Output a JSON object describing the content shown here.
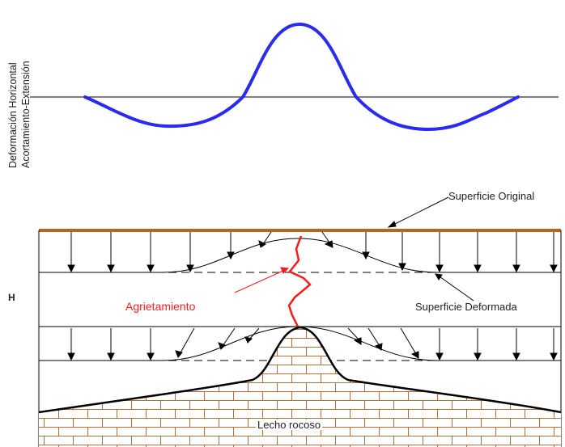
{
  "ylabel": {
    "line1": "Deformación Horizontal",
    "line2": "Acortamiento-Extensión"
  },
  "labels": {
    "superficie_original": "Superficie Original",
    "superficie_deformada": "Superficie Deformada",
    "h": "H",
    "agrietamiento": "Agrietamiento",
    "lecho_rocoso": "Lecho rocoso"
  },
  "colors": {
    "strain_curve": "#2a2af0",
    "original_surface": "#b5651d",
    "crack": "#ff1a1a",
    "bedrock_bricks": "#b0703c",
    "lines": "#000000"
  }
}
